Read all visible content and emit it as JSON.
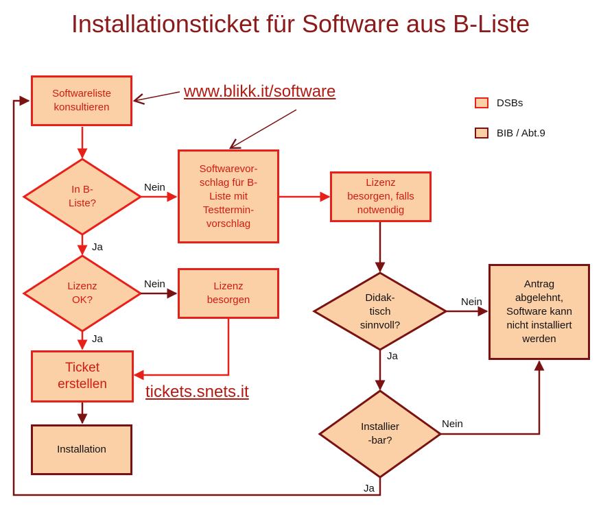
{
  "title": "Installationsticket für Software aus B-Liste",
  "links": {
    "software": "www.blikk.it/software",
    "tickets": "tickets.snets.it"
  },
  "legend": [
    {
      "label": "DSBs",
      "color": "#e8201a"
    },
    {
      "label": "BIB / Abt.9",
      "color": "#7a1212"
    }
  ],
  "nodes": {
    "softwareliste": "Softwareliste\nkonsultieren",
    "in_bliste": "In B-\nListe?",
    "vorschlag": "Softwarevor-\nschlag für B-\nListe mit\nTesttermin-\nvorschlag",
    "lizenz_falls": "Lizenz\nbesorgen, falls\nnotwendig",
    "lizenz_ok": "Lizenz\nOK?",
    "lizenz_besorgen": "Lizenz\nbesorgen",
    "didaktisch": "Didak-\ntisch\nsinnvoll?",
    "antrag": "Antrag\nabgelehnt,\nSoftware kann\nnicht installiert\nwerden",
    "ticket": "Ticket\nerstellen",
    "installierbar": "Installier\n-bar?",
    "installation": "Installation"
  },
  "edge_labels": {
    "nein1": "Nein",
    "ja1": "Ja",
    "nein2": "Nein",
    "ja2": "Ja",
    "nein3": "Nein",
    "ja3": "Ja",
    "nein4": "Nein",
    "ja4": "Ja"
  },
  "colors": {
    "fill": "#fcd0a6",
    "dsb": "#e8201a",
    "bib": "#7a1212",
    "title": "#8b1a1a"
  }
}
